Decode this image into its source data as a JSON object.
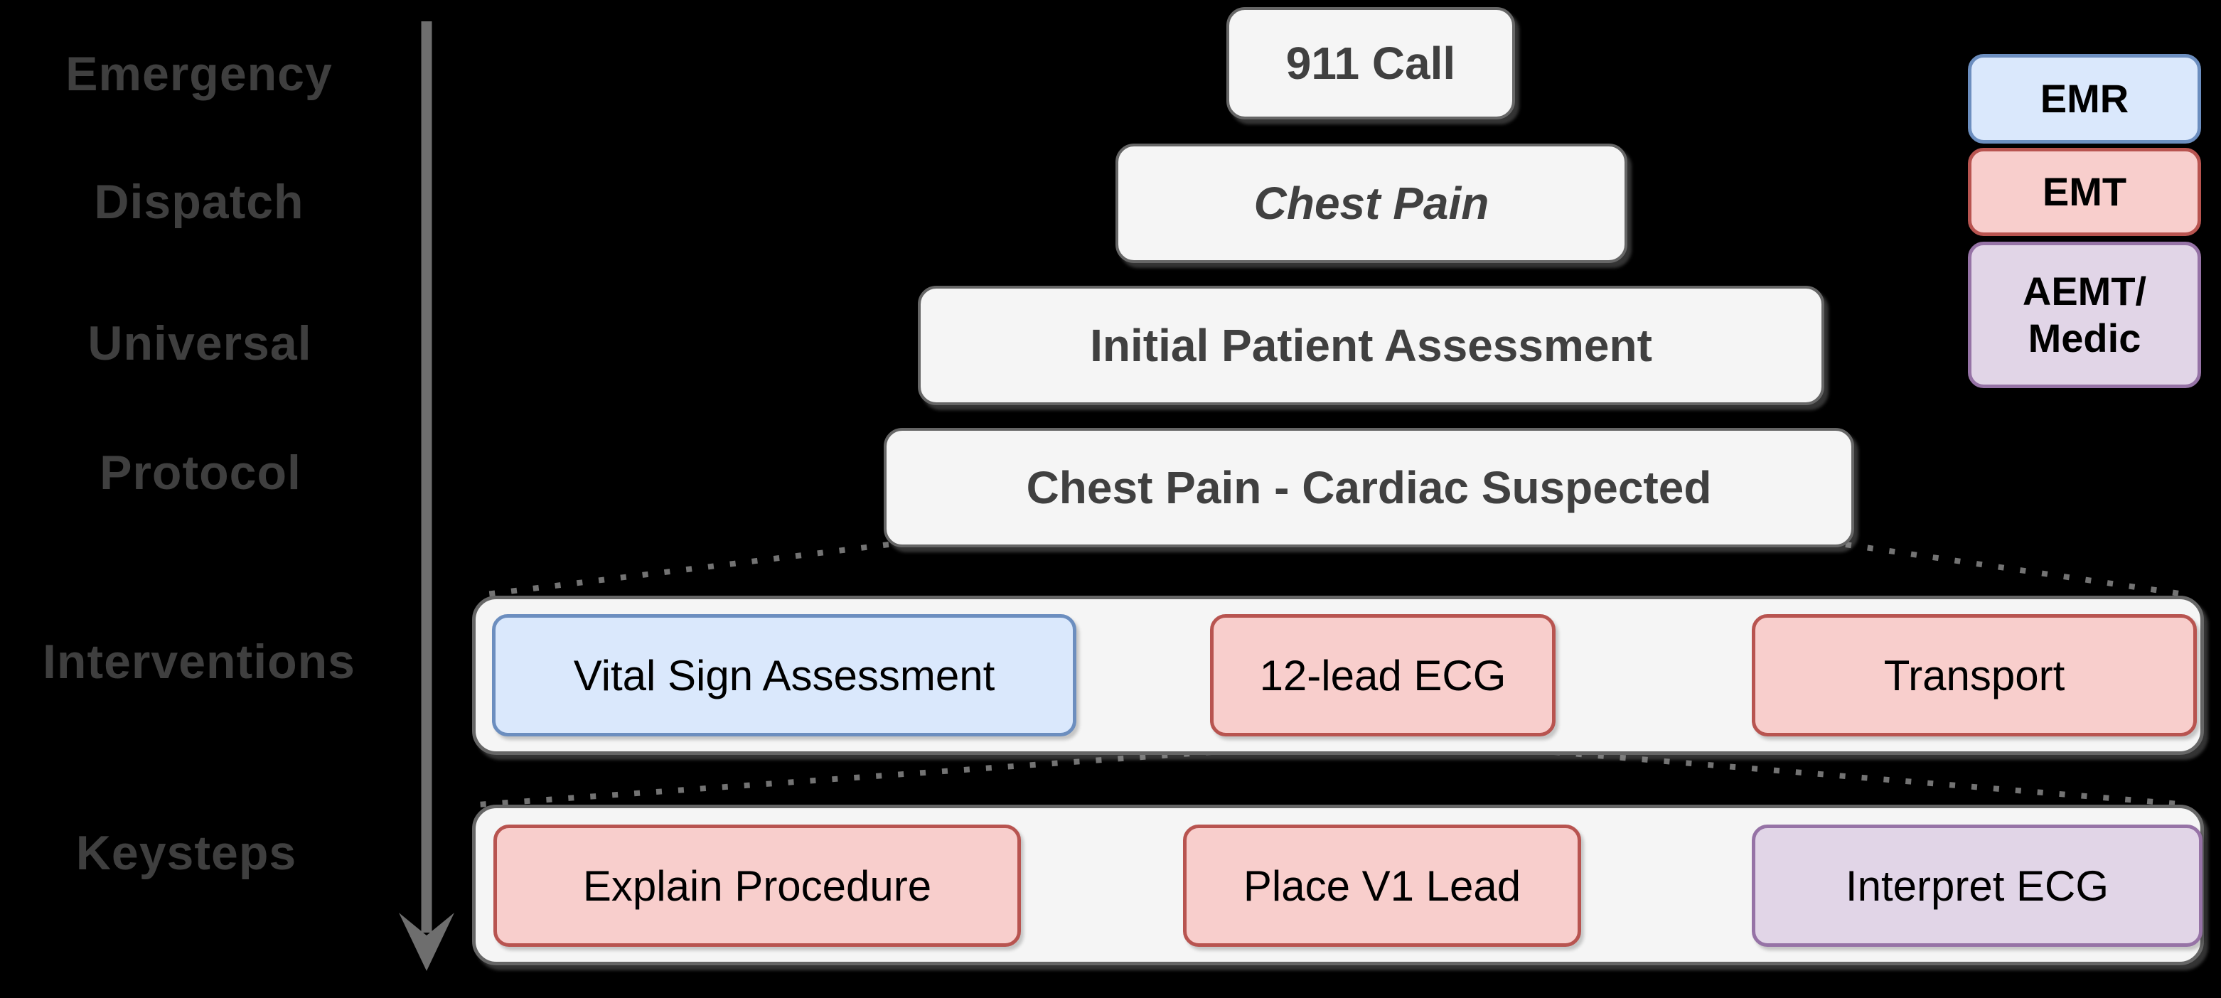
{
  "stages": [
    {
      "label": "Emergency"
    },
    {
      "label": "Dispatch"
    },
    {
      "label": "Universal"
    },
    {
      "label": "Protocol"
    },
    {
      "label": "Interventions"
    },
    {
      "label": "Keysteps"
    }
  ],
  "flow": {
    "call": "911 Call",
    "dispatch_reason": "Chest Pain",
    "universal_step": "Initial Patient Assessment",
    "protocol_step": "Chest Pain - Cardiac Suspected"
  },
  "interventions": {
    "items": [
      {
        "label": "Vital Sign Assessment",
        "level": "EMR"
      },
      {
        "label": "12-lead ECG",
        "level": "EMT"
      },
      {
        "label": "Transport",
        "level": "EMT"
      }
    ]
  },
  "keysteps": {
    "items": [
      {
        "label": "Explain Procedure",
        "level": "EMT"
      },
      {
        "label": "Place V1 Lead",
        "level": "EMT"
      },
      {
        "label": "Interpret ECG",
        "level": "AEMT/Medic"
      }
    ]
  },
  "legend": {
    "items": [
      {
        "label": "EMR",
        "level": "EMR"
      },
      {
        "label": "EMT",
        "level": "EMT"
      },
      {
        "label": "AEMT/\nMedic",
        "level": "AEMT/Medic"
      }
    ]
  },
  "palette": {
    "background": "#000000",
    "stage_label_color": "#3f3f3f",
    "arrow_color": "#6e6e6e",
    "connector_color": "#6b6b6b",
    "plain_box_fill": "#f5f5f5",
    "plain_box_stroke": "#666666",
    "plain_box_text": "#404040",
    "emr_fill": "#dae8fc",
    "emr_stroke": "#6c8ebf",
    "emt_fill": "#f8cecc",
    "emt_stroke": "#b85450",
    "aemt_fill": "#e1d5e7",
    "aemt_stroke": "#9673a6"
  }
}
